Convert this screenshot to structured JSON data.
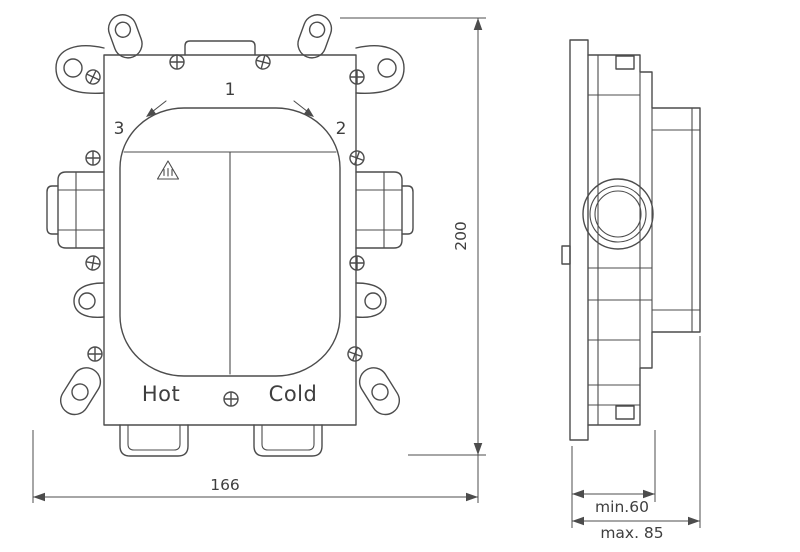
{
  "colors": {
    "background": "#ffffff",
    "line": "#4c4c4c",
    "text": "#3f3f3f"
  },
  "icons": {
    "warning_triangle": "hot-surface-warning-icon",
    "screw": "phillips-screw-icon"
  },
  "front_view": {
    "callouts": {
      "outlet_top": "1",
      "outlet_right": "2",
      "outlet_left": "3"
    },
    "port_labels": {
      "hot": "Hot",
      "cold": "Cold"
    },
    "dimensions": {
      "overall_width_mm": "166",
      "overall_height_mm": "200"
    }
  },
  "side_view": {
    "dimensions": {
      "install_depth_min": "min.60",
      "install_depth_max": "max. 85"
    }
  }
}
